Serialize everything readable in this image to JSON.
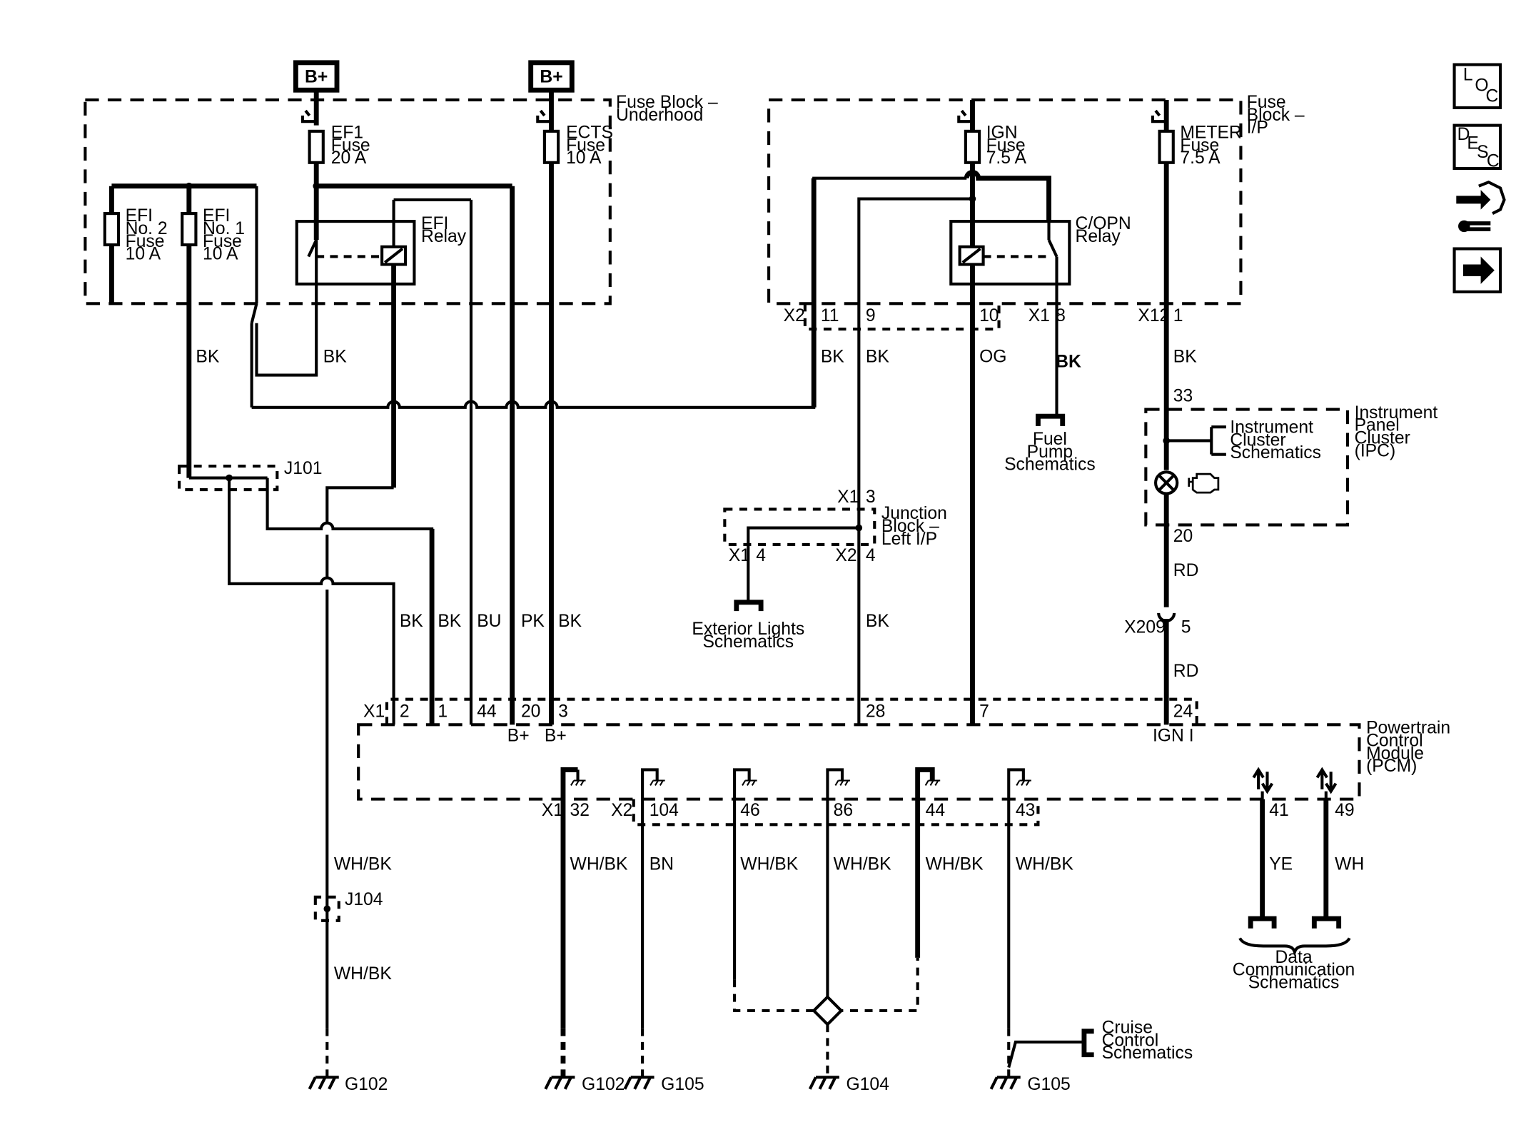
{
  "supply": {
    "bplus_left": "B+",
    "bplus_right": "B+"
  },
  "fuse_block_underhood": {
    "title": [
      "Fuse Block –",
      "Underhood"
    ],
    "ef1": [
      "EF1",
      "Fuse",
      "20 A"
    ],
    "ects": [
      "ECTS",
      "Fuse",
      "10 A"
    ],
    "efi_no2": [
      "EFI",
      "No. 2",
      "Fuse",
      "10 A"
    ],
    "efi_no1": [
      "EFI",
      "No. 1",
      "Fuse",
      "10 A"
    ],
    "efi_relay": [
      "EFI",
      "Relay"
    ]
  },
  "fuse_block_ip": {
    "title": [
      "Fuse",
      "Block –",
      "I/P"
    ],
    "ign": [
      "IGN",
      "Fuse",
      "7.5 A"
    ],
    "meter": [
      "METER",
      "Fuse",
      "7.5 A"
    ],
    "copn_relay": [
      "C/OPN",
      "Relay"
    ],
    "connectors": {
      "x2": "X2",
      "p11": "11",
      "p9": "9",
      "p10": "10",
      "x1": "X1",
      "p8": "8",
      "x12": "X12",
      "p1": "1"
    }
  },
  "wire_colors": {
    "bk_efi1": "BK",
    "bk_ef1": "BK",
    "bk_11": "BK",
    "bk_9": "BK",
    "og_10": "OG",
    "bk_8": "BK",
    "bk_meter": "BK",
    "bk_2": "BK",
    "bk_1": "BK",
    "bu_44": "BU",
    "pk_20": "PK",
    "bk_3": "BK",
    "bk_28": "BK",
    "rd_20": "RD",
    "rd_5": "RD",
    "whbk_g102_upper": "WH/BK",
    "whbk_g102_lower": "WH/BK",
    "whbk_32": "WH/BK",
    "bn_104": "BN",
    "whbk_46": "WH/BK",
    "whbk_86": "WH/BK",
    "whbk_44": "WH/BK",
    "whbk_43": "WH/BK",
    "ye_41": "YE",
    "wh_49": "WH"
  },
  "splices": {
    "j101": "J101",
    "j104": "J104"
  },
  "fuel_pump": [
    "Fuel",
    "Pump",
    "Schematics"
  ],
  "ipc": {
    "title": [
      "Instrument",
      "Panel",
      "Cluster",
      "(IPC)"
    ],
    "schem": [
      "Instrument",
      "Cluster",
      "Schematics"
    ],
    "pin33": "33",
    "pin20": "20"
  },
  "x209": {
    "label": "X209",
    "pin": "5"
  },
  "junction_block": {
    "title": [
      "Junction",
      "Block –",
      "Left I/P"
    ],
    "x1_top": "X1",
    "p3": "3",
    "x1_left": "X1",
    "p4_left": "4",
    "x2": "X2",
    "p4_right": "4"
  },
  "exterior_lights": [
    "Exterior Lights",
    "Schematics"
  ],
  "pcm": {
    "title": [
      "Powertrain",
      "Control",
      "Module",
      "(PCM)"
    ],
    "x1": "X1",
    "top_pins": {
      "p2": "2",
      "p1": "1",
      "p44": "44",
      "p20": "20",
      "p3": "3",
      "p28": "28",
      "p7": "7",
      "p24": "24"
    },
    "bplus_a": "B+",
    "bplus_b": "B+",
    "ign_i": "IGN I",
    "bottom_x1": "X1",
    "bottom_x2": "X2",
    "bottom_pins": {
      "p32": "32",
      "p104": "104",
      "p46": "46",
      "p86": "86",
      "p44": "44",
      "p43": "43",
      "p41": "41",
      "p49": "49"
    }
  },
  "data_comm": [
    "Data",
    "Communication",
    "Schematics"
  ],
  "cruise": [
    "Cruise",
    "Control",
    "Schematics"
  ],
  "grounds": {
    "g102_a": "G102",
    "g102_b": "G102",
    "g105_a": "G105",
    "g104": "G104",
    "g105_b": "G105"
  },
  "sidebar": {
    "loc": [
      "L",
      "O",
      "C"
    ],
    "desc": [
      "D",
      "E",
      "S",
      "C"
    ]
  }
}
